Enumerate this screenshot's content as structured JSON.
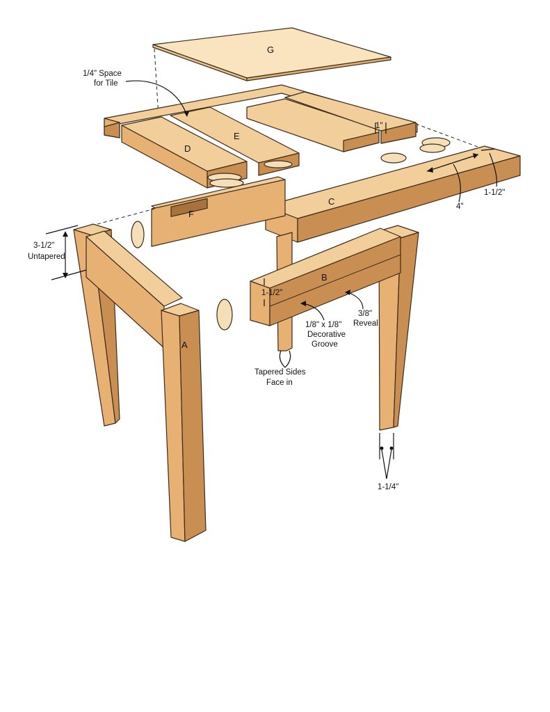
{
  "parts": {
    "a": "A",
    "b": "B",
    "c": "C",
    "d": "D",
    "e": "E",
    "f": "F",
    "g": "G"
  },
  "callouts": {
    "tile_space_line1": "1/4\" Space",
    "tile_space_line2": "for Tile",
    "untapered_line1": "3-1/2\"",
    "untapered_line2": "Untapered",
    "dim_1in": "1\"",
    "dim_4in": "4\"",
    "dim_1_5_top": "1-1/2\"",
    "dim_1_5_apron": "1-1/2\"",
    "reveal_line1": "3/8\"",
    "reveal_line2": "Reveal",
    "groove_line1": "1/8\" x 1/8\"",
    "groove_line2": "Decorative",
    "groove_line3": "Groove",
    "tapered_line1": "Tapered Sides",
    "tapered_line2": "Face in",
    "dim_leg_bottom": "1-1/4\""
  },
  "colors": {
    "wood_light": "#f2cf9a",
    "wood_mid": "#e6b172",
    "wood_dark": "#c98f52",
    "tile": "#fae4bf",
    "outline": "#3b2a1a"
  }
}
